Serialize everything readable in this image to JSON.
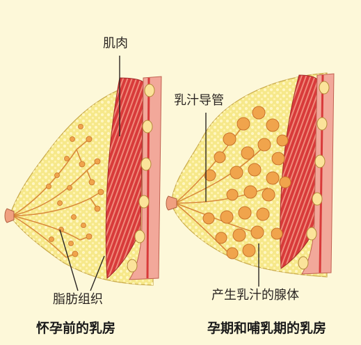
{
  "labels": {
    "muscle": "肌肉",
    "milk_duct": "乳汁导管",
    "fat_tissue": "脂肪组织",
    "milk_gland": "产生乳汁的腺体"
  },
  "captions": {
    "before": "怀孕前的乳房",
    "during": "孕期和哺乳期的乳房"
  },
  "colors": {
    "background": "#fdf8d9",
    "fat": "#f6e88a",
    "fat_dot": "#fff6c2",
    "muscle": "#d83a3a",
    "muscle_stripe": "#f08a7a",
    "rib_band": "#f2a89a",
    "gland": "#f0a44c",
    "gland_edge": "#c8732a",
    "duct": "#d98a3a",
    "leader_line": "#2a2522"
  },
  "icons": [
    "breast-cross-section-before-pregnancy",
    "breast-cross-section-lactating"
  ]
}
